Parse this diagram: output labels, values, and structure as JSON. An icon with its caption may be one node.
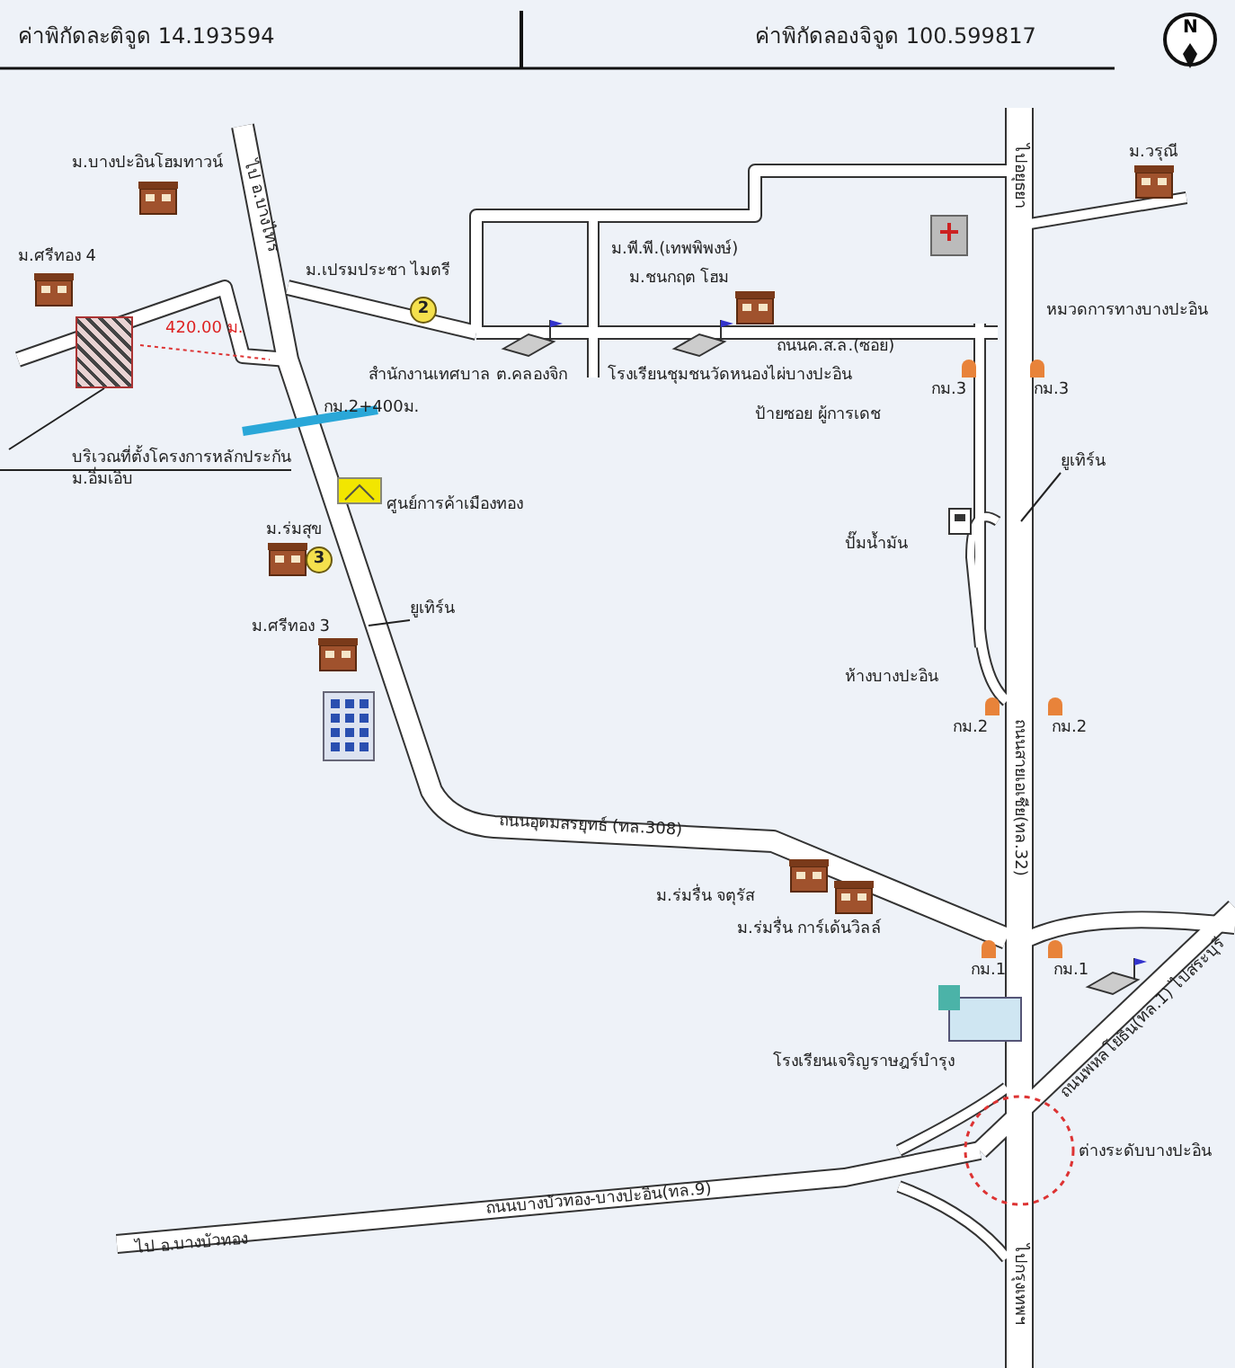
{
  "diagram": {
    "nodes": [
      {
        "text": [
          "ยูเทิร์น"
        ]
      },
      {
        "text": [
          "ยูเทิร์น"
        ]
      },
      {
        "text": [
          "บริเวณที่ตั้งโครงการหลักประกัน",
          "ม.อิ่มเอิบ"
        ]
      },
      {
        "text": [],
        "shape": "box"
      }
    ],
    "edges": [
      {
        "from": 0,
        "to": null,
        "arrow": "none"
      },
      {
        "from": 1,
        "to": null,
        "arrow": "none"
      },
      {
        "from": 2,
        "to": 3,
        "arrow": "none"
      }
    ],
    "labels": [
      "ค่าพิกัดละติจูด 14.193594",
      "ค่าพิกัดลองจิจูด 100.599817",
      "N",
      "ม.บางปะอินโฮมทาวน์",
      "ไป อ.บางไทร",
      "ไปอยุธยา",
      "ม.วรุณี",
      "ม.ศรีทอง 4",
      "ม.พี.พี.(เทพพิพงษ์)",
      "ม.เปรมประชา ไมตรี",
      "2",
      "ม.ชนกฤต โฮม",
      "หมวดการทางบางปะอิน",
      "420.00 ม.",
      "ถนนค.ส.ล.(ซอย)",
      "สำนักงานเทศบาล ต.คลองจิก",
      "โรงเรียนชุมชนวัดหนองไผ่บางปะอิน",
      "กม.3",
      "กม.3",
      "กม.2+400ม.",
      "ป้ายซอย ผู้การเดช",
      "ศูนย์การค้าเมืองทอง",
      "ม.ร่มสุข",
      "3",
      "ปั๊มน้ำมัน",
      "ม.ศรีทอง 3",
      "ห้างบางปะอิน",
      "กม.2",
      "กม.2",
      "ถนนสายเอเชีย(ทล.32)",
      "ถนนอุดมสรยุทธ์ (ทล.308)",
      "ม.ร่มรื่น จตุรัส",
      "ม.ร่มรื่น การ์เด้นวิลล์",
      "กม.1",
      "กม.1",
      "โรงเรียนเจริญราษฎร์บำรุง",
      "ถนนพหลโยธิน(ทล.1) ไปสระบุรี",
      "ต่างระดับบางปะอิน",
      "ถนนบางบัวทอง-บางปะอิน(ทล.9)",
      "ไป อ.บางบัวทอง",
      "ไปกรุงเทพฯ"
    ]
  }
}
